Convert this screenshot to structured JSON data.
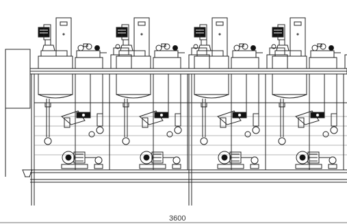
{
  "dimension": {
    "text": "3600",
    "unit_hint": "mm"
  },
  "modules": {
    "count": 4,
    "kind": "reactor-pump-skid"
  },
  "colors": {
    "line": "#222222",
    "light_line": "#6a6a6a",
    "fill_dark": "#111111",
    "background": "#ffffff"
  }
}
